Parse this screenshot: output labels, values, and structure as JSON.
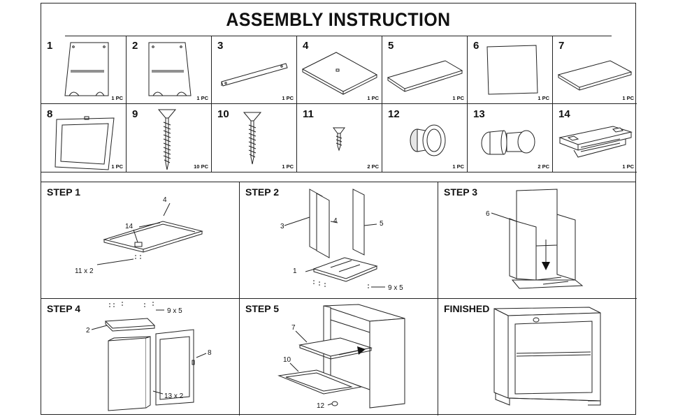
{
  "title": "ASSEMBLY INSTRUCTION",
  "parts": [
    {
      "number": "1",
      "qty": "1 PC",
      "icon": "side-panel-left-icon"
    },
    {
      "number": "2",
      "qty": "1 PC",
      "icon": "side-panel-right-icon"
    },
    {
      "number": "3",
      "qty": "1 PC",
      "icon": "rail-icon"
    },
    {
      "number": "4",
      "qty": "1 PC",
      "icon": "bottom-board-icon"
    },
    {
      "number": "5",
      "qty": "1 PC",
      "icon": "top-board-icon"
    },
    {
      "number": "6",
      "qty": "1 PC",
      "icon": "back-panel-icon"
    },
    {
      "number": "7",
      "qty": "1 PC",
      "icon": "shelf-board-icon"
    },
    {
      "number": "8",
      "qty": "1 PC",
      "icon": "door-frame-icon"
    },
    {
      "number": "9",
      "qty": "10 PC",
      "icon": "long-screw-icon"
    },
    {
      "number": "10",
      "qty": "1 PC",
      "icon": "medium-screw-icon"
    },
    {
      "number": "11",
      "qty": "2 PC",
      "icon": "short-screw-icon"
    },
    {
      "number": "12",
      "qty": "1 PC",
      "icon": "knob-icon"
    },
    {
      "number": "13",
      "qty": "2 PC",
      "icon": "hinge-pin-icon"
    },
    {
      "number": "14",
      "qty": "1 PC",
      "icon": "bracket-icon"
    }
  ],
  "steps": [
    {
      "label": "STEP 1",
      "callouts": [
        "4",
        "14",
        "11 x 2"
      ]
    },
    {
      "label": "STEP 2",
      "callouts": [
        "3",
        "4",
        "5",
        "1",
        "9 x 5"
      ]
    },
    {
      "label": "STEP 3",
      "callouts": [
        "6"
      ]
    },
    {
      "label": "STEP 4",
      "callouts": [
        "9 x 5",
        "2",
        "8",
        "13 x 2"
      ]
    },
    {
      "label": "STEP 5",
      "callouts": [
        "7",
        "10",
        "12"
      ]
    },
    {
      "label": "FINISHED",
      "callouts": []
    }
  ]
}
